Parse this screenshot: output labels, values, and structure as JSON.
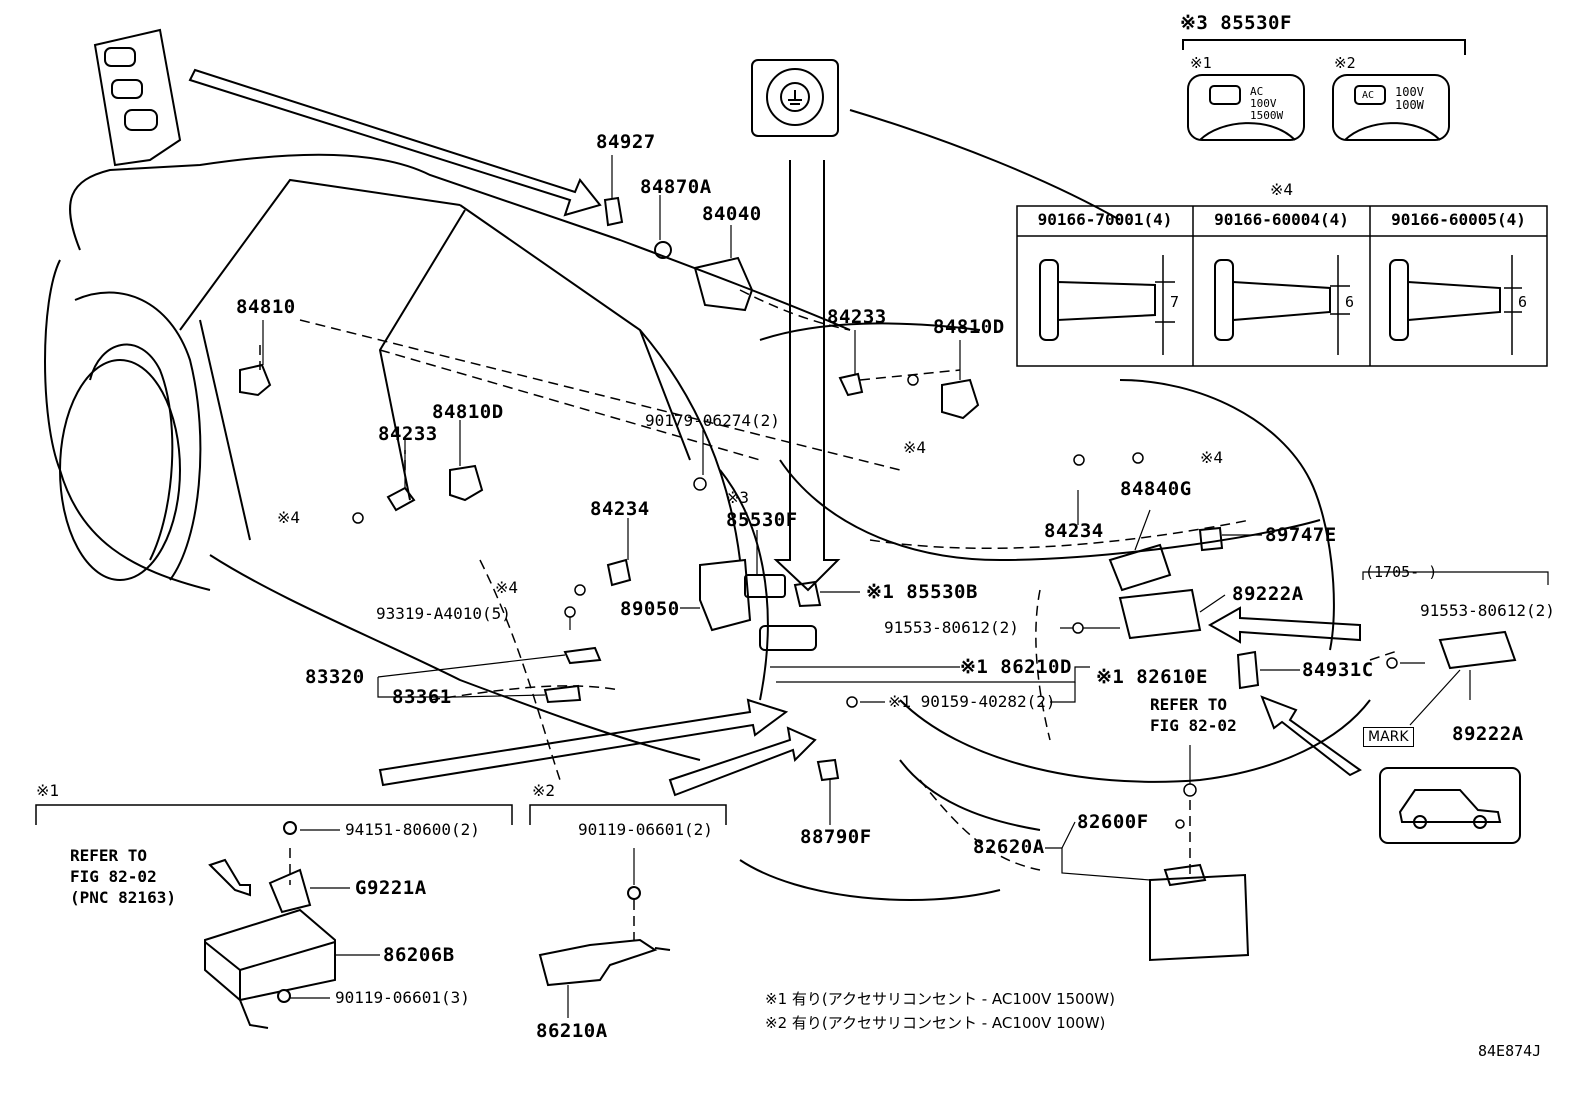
{
  "diagram_code": "84E874J",
  "footnote_mark": "※",
  "top_right": {
    "title": "※3 85530F",
    "opt1_tag": "※1",
    "opt2_tag": "※2",
    "opt1_text": "AC 100V 1500W",
    "opt2_text": "100V 100W",
    "opt2_ac": "AC"
  },
  "screw_table": {
    "tag": "※4",
    "headers": [
      "90166-70001(4)",
      "90166-60004(4)",
      "90166-60005(4)"
    ],
    "dims": [
      "7",
      "6",
      "6"
    ]
  },
  "callouts": {
    "p84927": "84927",
    "p84870A": "84870A",
    "p84040": "84040",
    "p84810": "84810",
    "p84233a": "84233",
    "p84810Da": "84810D",
    "p84233b": "84233",
    "p84810Db": "84810D",
    "p90179": "90179-06274(2)",
    "p84234a": "84234",
    "p85530F": "85530F",
    "p85530F_tag": "※3",
    "star4_a": "※4",
    "star4_b": "※4",
    "star4_c": "※4",
    "star4_d": "※4",
    "p89050": "89050",
    "p85530B": "※1 85530B",
    "p93319": "93319-A4010(5)",
    "p83320": "83320",
    "p83361": "83361",
    "p86210D": "※1 86210D",
    "p82610E": "※1 82610E",
    "p90159": "※1 90159-40282(2)",
    "p84234b": "84234",
    "p84840G": "84840G",
    "p89747E": "89747E",
    "p89222A": "89222A",
    "p91553": "91553-80612(2)",
    "p84931C": "84931C",
    "refer1": "REFER TO",
    "refer1b": "FIG 82-02",
    "p88790F": "88790F",
    "p82620A": "82620A",
    "p82600F": "82600F",
    "sub_date": "(1705-     )",
    "p91553b": "91553-80612(2)",
    "p89222Ab": "89222A",
    "mark": "MARK"
  },
  "box1": {
    "tag": "※1",
    "p94151": "94151-80600(2)",
    "refer_a": "REFER TO",
    "refer_b": "FIG 82-02",
    "refer_c": "(PNC 82163)",
    "pG9221A": "G9221A",
    "p86206B": "86206B",
    "p90119": "90119-06601(3)"
  },
  "box2": {
    "tag": "※2",
    "p90119": "90119-06601(2)",
    "p86210A": "86210A"
  },
  "notes": [
    "※1 有り(アクセサリコンセント - AC100V 1500W)",
    "※2 有り(アクセサリコンセント - AC100V 100W)"
  ]
}
